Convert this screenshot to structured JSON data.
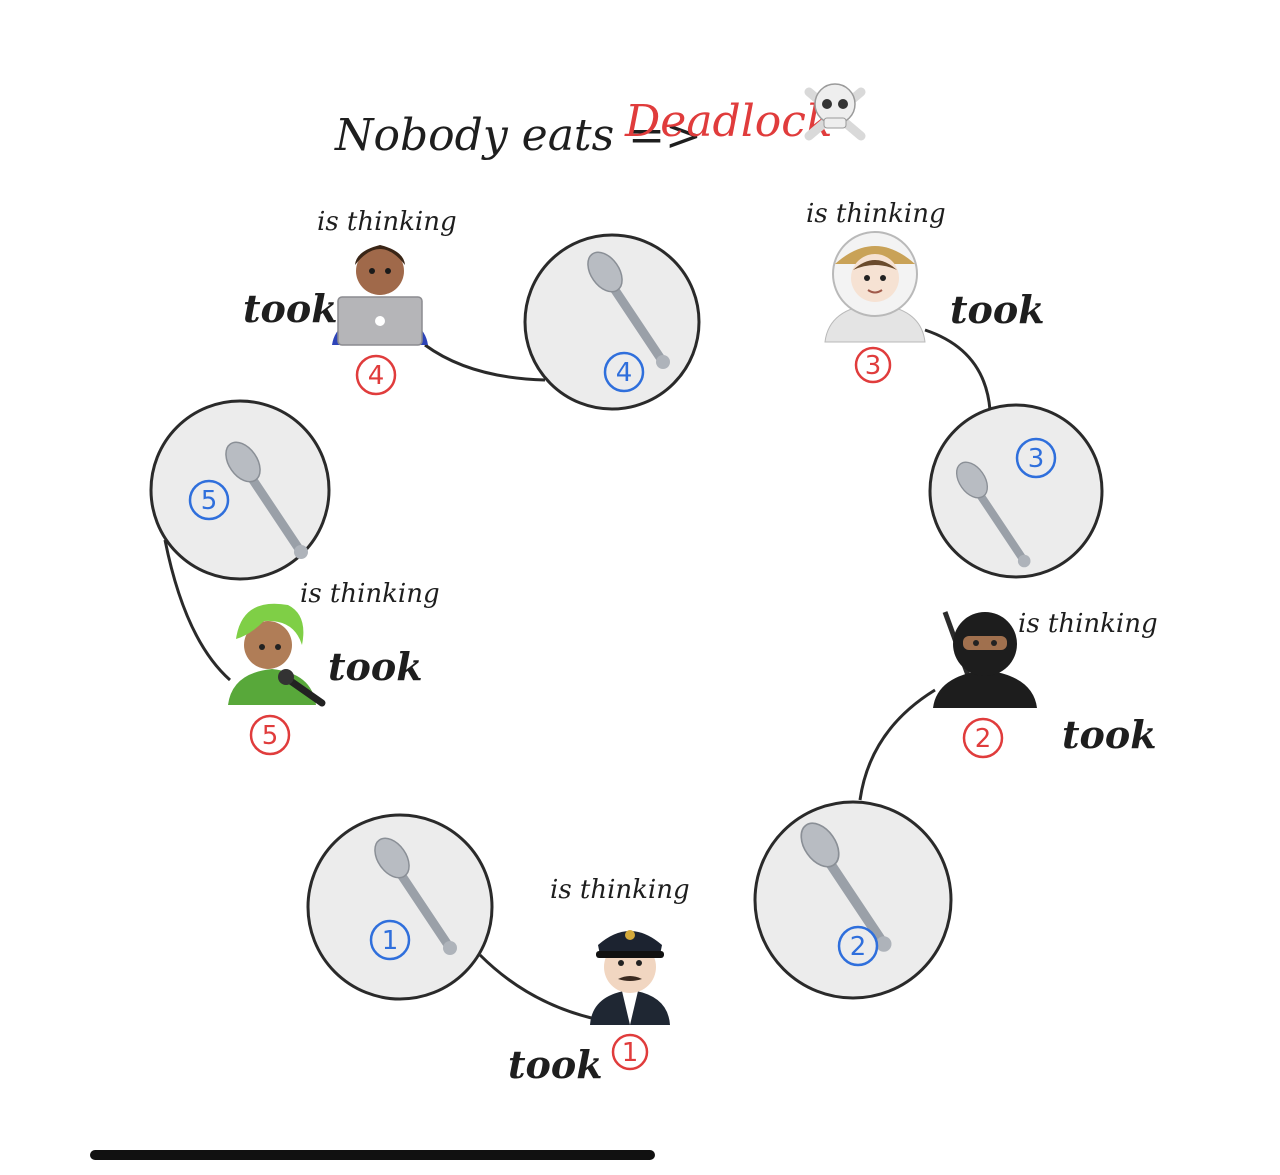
{
  "title": {
    "prefix": "Nobody eats =>",
    "highlight": "Deadlock",
    "highlight_color": "#e03c3c",
    "icon": "skull-and-crossbones-icon"
  },
  "philosophers": [
    {
      "id": "1",
      "avatar": "pilot-icon",
      "status": "is thinking",
      "action": "took"
    },
    {
      "id": "2",
      "avatar": "ninja-icon",
      "status": "is thinking",
      "action": "took"
    },
    {
      "id": "3",
      "avatar": "astronaut-icon",
      "status": "is thinking",
      "action": "took"
    },
    {
      "id": "4",
      "avatar": "technologist-icon",
      "status": "is thinking",
      "action": "took"
    },
    {
      "id": "5",
      "avatar": "singer-icon",
      "status": "is thinking",
      "action": "took"
    }
  ],
  "spoons": [
    {
      "id": "1",
      "icon": "spoon-icon"
    },
    {
      "id": "2",
      "icon": "spoon-icon"
    },
    {
      "id": "3",
      "icon": "spoon-icon"
    },
    {
      "id": "4",
      "icon": "spoon-icon"
    },
    {
      "id": "5",
      "icon": "spoon-icon"
    }
  ],
  "colors": {
    "philosopher_badge": "#e03c3c",
    "spoon_badge": "#2f6fdc",
    "plate_fill": "#ececec"
  }
}
